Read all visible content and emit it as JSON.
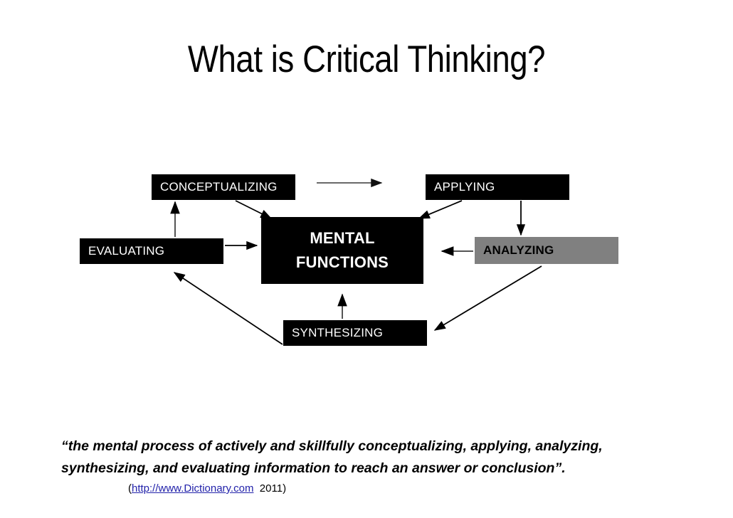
{
  "slide": {
    "title": "What is Critical Thinking?",
    "background_color": "#ffffff"
  },
  "diagram": {
    "type": "cycle-flow-diagram",
    "nodes": [
      {
        "id": "conceptualizing",
        "label": "CONCEPTUALIZING",
        "fill": "#000000",
        "text_color": "#ffffff",
        "align": "left"
      },
      {
        "id": "applying",
        "label": "APPLYING",
        "fill": "#000000",
        "text_color": "#ffffff",
        "align": "left"
      },
      {
        "id": "evaluating",
        "label": "EVALUATING",
        "fill": "#000000",
        "text_color": "#ffffff",
        "align": "left"
      },
      {
        "id": "analyzing",
        "label": "ANALYZING",
        "fill": "#808080",
        "text_color": "#000000",
        "align": "left"
      },
      {
        "id": "mental-functions",
        "label_line1": "MENTAL",
        "label_line2": "FUNCTIONS",
        "fill": "#000000",
        "text_color": "#ffffff",
        "align": "center"
      },
      {
        "id": "synthesizing",
        "label": "SYNTHESIZING",
        "fill": "#000000",
        "text_color": "#ffffff",
        "align": "left"
      }
    ],
    "edges": [
      {
        "from": "conceptualizing",
        "to": "applying",
        "style": "straight-horizontal"
      },
      {
        "from": "conceptualizing",
        "to": "mental-functions",
        "style": "diagonal"
      },
      {
        "from": "applying",
        "to": "mental-functions",
        "style": "diagonal"
      },
      {
        "from": "applying",
        "to": "analyzing",
        "style": "straight-vertical"
      },
      {
        "from": "analyzing",
        "to": "mental-functions",
        "style": "straight-horizontal"
      },
      {
        "from": "analyzing",
        "to": "synthesizing",
        "style": "diagonal"
      },
      {
        "from": "synthesizing",
        "to": "mental-functions",
        "style": "straight-vertical"
      },
      {
        "from": "synthesizing",
        "to": "evaluating",
        "style": "diagonal"
      },
      {
        "from": "evaluating",
        "to": "mental-functions",
        "style": "straight-horizontal"
      },
      {
        "from": "evaluating",
        "to": "conceptualizing",
        "style": "straight-vertical"
      }
    ]
  },
  "quote": {
    "text": "“the mental process of actively and skillfully conceptualizing, applying, analyzing, synthesizing, and evaluating information to reach an answer or conclusion”."
  },
  "citation": {
    "open_paren": "(",
    "url": "http://www.Dictionary.com",
    "year": "2011",
    "close_paren": ")",
    "link_color": "#2222aa"
  }
}
